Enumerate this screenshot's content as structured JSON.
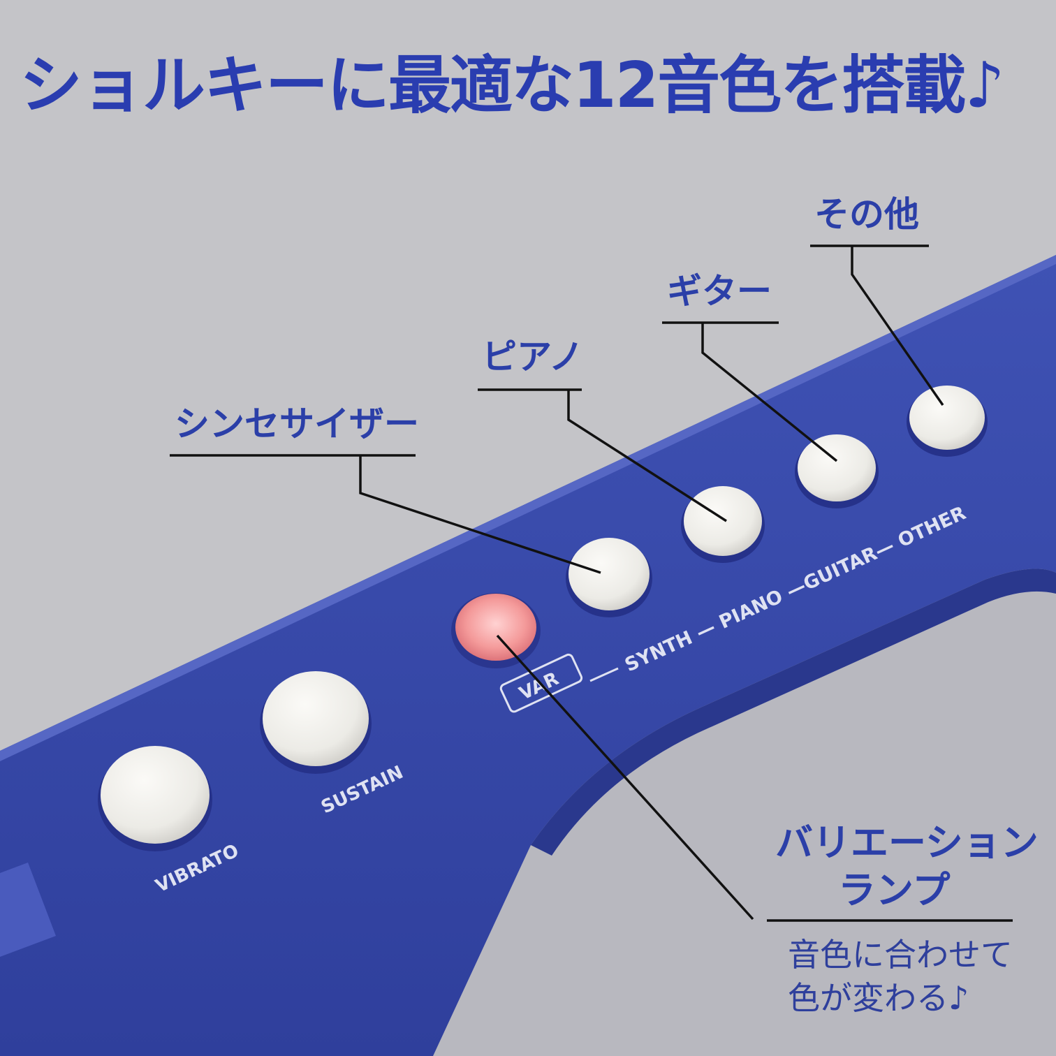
{
  "headline": "ショルキーに最適な12音色を搭載♪",
  "callouts": {
    "other": "その他",
    "guitar": "ギター",
    "piano": "ピアノ",
    "synth": "シンセサイザー",
    "variation_lamp_line1": "バリエーション",
    "variation_lamp_line2": "ランプ",
    "variation_note_line1": "音色に合わせて",
    "variation_note_line2": "色が変わる♪"
  },
  "panel_labels": {
    "vibrato": "VIBRATO",
    "sustain": "SUSTAIN",
    "var": "VAR",
    "tone_row": "SYNTH — PIANO —GUITAR— OTHER"
  },
  "colors": {
    "background": "#c4c4c8",
    "panel_blue": "#3547a8",
    "accent_text": "#2b3fa8",
    "button_white": "#f1f0ec",
    "lamp_pink": "#f49a9a"
  }
}
